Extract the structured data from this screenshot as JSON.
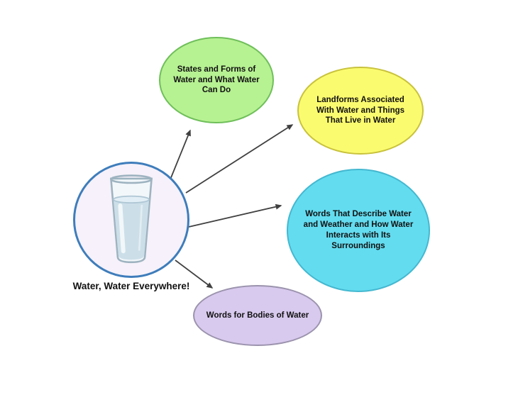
{
  "diagram": {
    "background": "#ffffff",
    "arrow_color": "#404040",
    "center_node": {
      "label": "Water, Water Everywhere!",
      "icon": "glass-of-water-icon",
      "border_color": "#3e7dbb",
      "fill_color": "#f6f1fa"
    },
    "nodes": [
      {
        "id": "states-and-forms",
        "label": "States and Forms of Water and What Water Can Do",
        "fill": "#b6f192",
        "border": "#6fbf5a"
      },
      {
        "id": "landforms",
        "label": "Landforms Associated With Water and Things That Live in Water",
        "fill": "#fbfb6f",
        "border": "#c8c23c"
      },
      {
        "id": "describing-words",
        "label": "Words That Describe Water and Weather and How Water Interacts with Its Surroundings",
        "fill": "#63dcf0",
        "border": "#44b8d0"
      },
      {
        "id": "bodies-of-water",
        "label": "Words for Bodies of Water",
        "fill": "#d8c9ee",
        "border": "#9b93ad"
      }
    ]
  }
}
